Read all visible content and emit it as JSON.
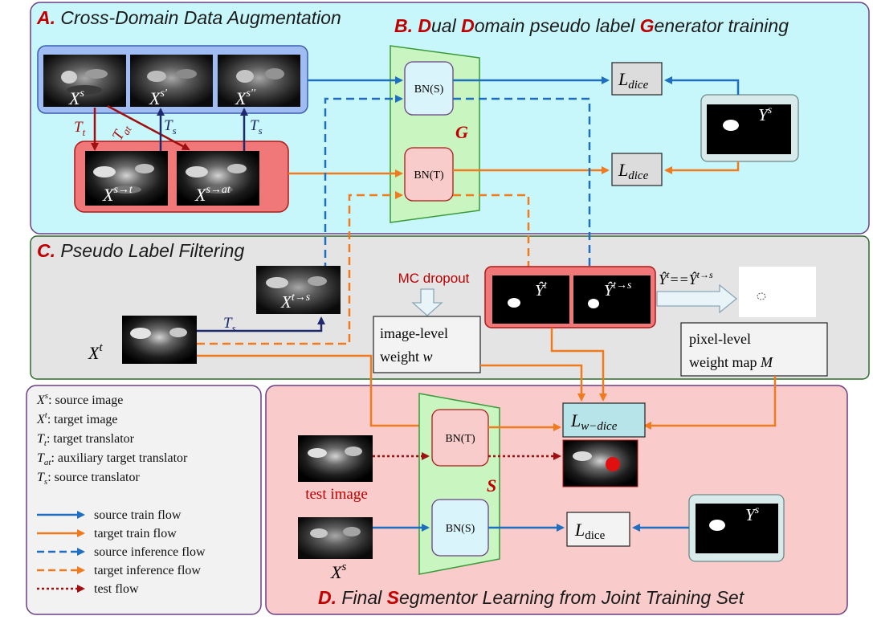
{
  "sections": {
    "a": {
      "letter": "A.",
      "title": "Cross-Domain Data Augmentation"
    },
    "b": {
      "letter": "B.",
      "w1": "D",
      "w1r": "ual ",
      "w2": "D",
      "w2r": "omain pseudo label ",
      "w3": "G",
      "w3r": "enerator training"
    },
    "c": {
      "letter": "C.",
      "title": "Pseudo Label Filtering"
    },
    "d": {
      "letter": "D.",
      "pre": "Final ",
      "bold": "S",
      "post": "egmentor Learning from Joint Training Set"
    }
  },
  "images": {
    "xs": "X",
    "xs_sup": "s",
    "xsp": "X",
    "xsp_sup": "s′",
    "xspp": "X",
    "xspp_sup": "s′′",
    "xst": "X",
    "xst_sup": "s→t",
    "xsat": "X",
    "xsat_sup": "s→at",
    "xts": "X",
    "xts_sup": "t→s",
    "xt": "X",
    "xt_sup": "t",
    "xs_bottom": "X",
    "xs_bottom_sup": "s",
    "ys": "Y",
    "ys_sup": "s",
    "ys_bottom": "Y",
    "ys_bottom_sup": "s",
    "yt": "Ŷ",
    "yt_sup": "t",
    "ytts": "Ŷ",
    "ytts_sup": "t→s",
    "test_image": "test image"
  },
  "translators": {
    "tt": "T",
    "tt_sub": "t",
    "tat": "T",
    "tat_sub": "at",
    "ts": "T",
    "ts_sub": "s",
    "ts2": "T",
    "ts2_sub": "s",
    "ts3": "T",
    "ts3_sub": "s"
  },
  "networks": {
    "g_label": "G",
    "s_label": "S",
    "bn_s": "BN(S)",
    "bn_t": "BN(T)"
  },
  "losses": {
    "dice": "L",
    "dice_sub": "dice",
    "wdice": "L",
    "wdice_sub": "w−dice",
    "dice_bottom": "L",
    "dice_bottom_sub": "dice"
  },
  "filtering": {
    "mc_dropout": "MC dropout",
    "image_level_1": "image-level",
    "image_level_2": "weight",
    "image_level_var": "w",
    "pixel_level_1": "pixel-level",
    "pixel_level_2": "weight map",
    "pixel_level_var": "M",
    "equality": "Ŷ"
  },
  "legend": {
    "definitions": [
      {
        "sym": "X",
        "sub": "",
        "sup": "s",
        "text": ": source image"
      },
      {
        "sym": "X",
        "sub": "",
        "sup": "t",
        "text": ": target image"
      },
      {
        "sym": "T",
        "sub": "t",
        "sup": "",
        "text": ": target translator"
      },
      {
        "sym": "T",
        "sub": "at",
        "sup": "",
        "text": ": auxiliary target translator"
      },
      {
        "sym": "T",
        "sub": "s",
        "sup": "",
        "text": ": source translator"
      }
    ],
    "flows": [
      {
        "label": "source train flow",
        "color": "#1f6fc0",
        "style": "solid"
      },
      {
        "label": "target train flow",
        "color": "#f07a1e",
        "style": "solid"
      },
      {
        "label": "source inference flow",
        "color": "#1f6fc0",
        "style": "dashed"
      },
      {
        "label": "target inference flow",
        "color": "#f07a1e",
        "style": "dashed"
      },
      {
        "label": "test flow",
        "color": "#a01010",
        "style": "dotted"
      }
    ]
  },
  "colors": {
    "blue_flow": "#1f6fc0",
    "orange_flow": "#f07a1e",
    "red_flow": "#a01010",
    "navy": "#1f2a6e",
    "dark_red": "#b01818",
    "panel_cyan": "#c8f7fb",
    "panel_gray": "#e4e4e4",
    "panel_pink": "#f9cbcb",
    "accent_red": "#c00000"
  }
}
